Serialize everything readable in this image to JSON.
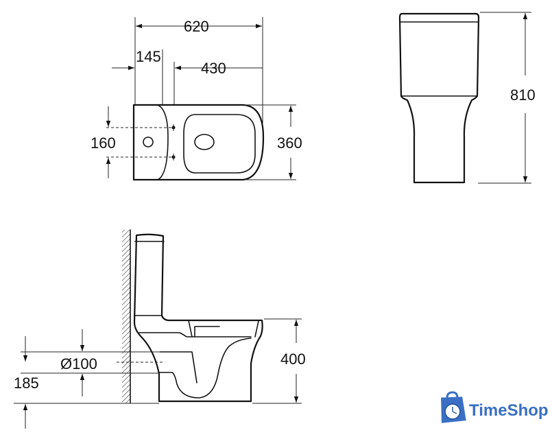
{
  "dimensions": {
    "overall_length": "620",
    "tank_offset": "145",
    "bowl_length": "430",
    "fixing_spacing": "160",
    "width": "360",
    "height": "810",
    "outlet_diameter": "Ø100",
    "outlet_height": "185",
    "seat_height": "400"
  },
  "logo": {
    "text": "TimeShop",
    "color": "#3a6fc4",
    "icon": "shopping-bag-clock-icon"
  }
}
